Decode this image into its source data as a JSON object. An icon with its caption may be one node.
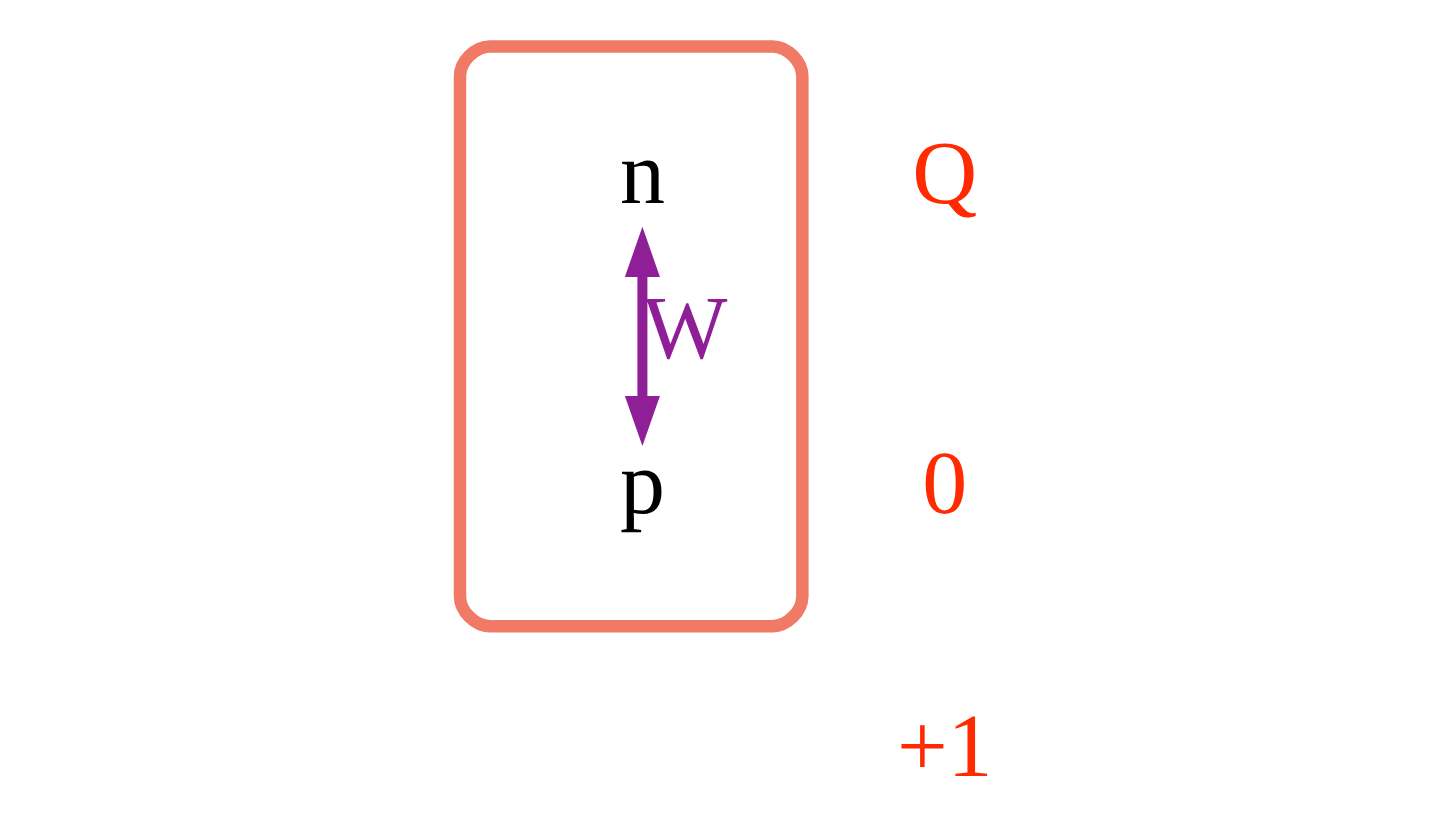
{
  "diagram": {
    "nodes": [
      {
        "text": [],
        "shape": "ellipse"
      },
      {
        "text": [
          "n"
        ],
        "in": 0
      },
      {
        "text": [
          "p"
        ],
        "in": 0
      }
    ],
    "edges": [
      {
        "from": 1,
        "to": 2,
        "arrow": "both",
        "label": "W",
        "color": "#8e1f96"
      }
    ],
    "labels": [
      "Q",
      "0",
      "+1"
    ]
  }
}
